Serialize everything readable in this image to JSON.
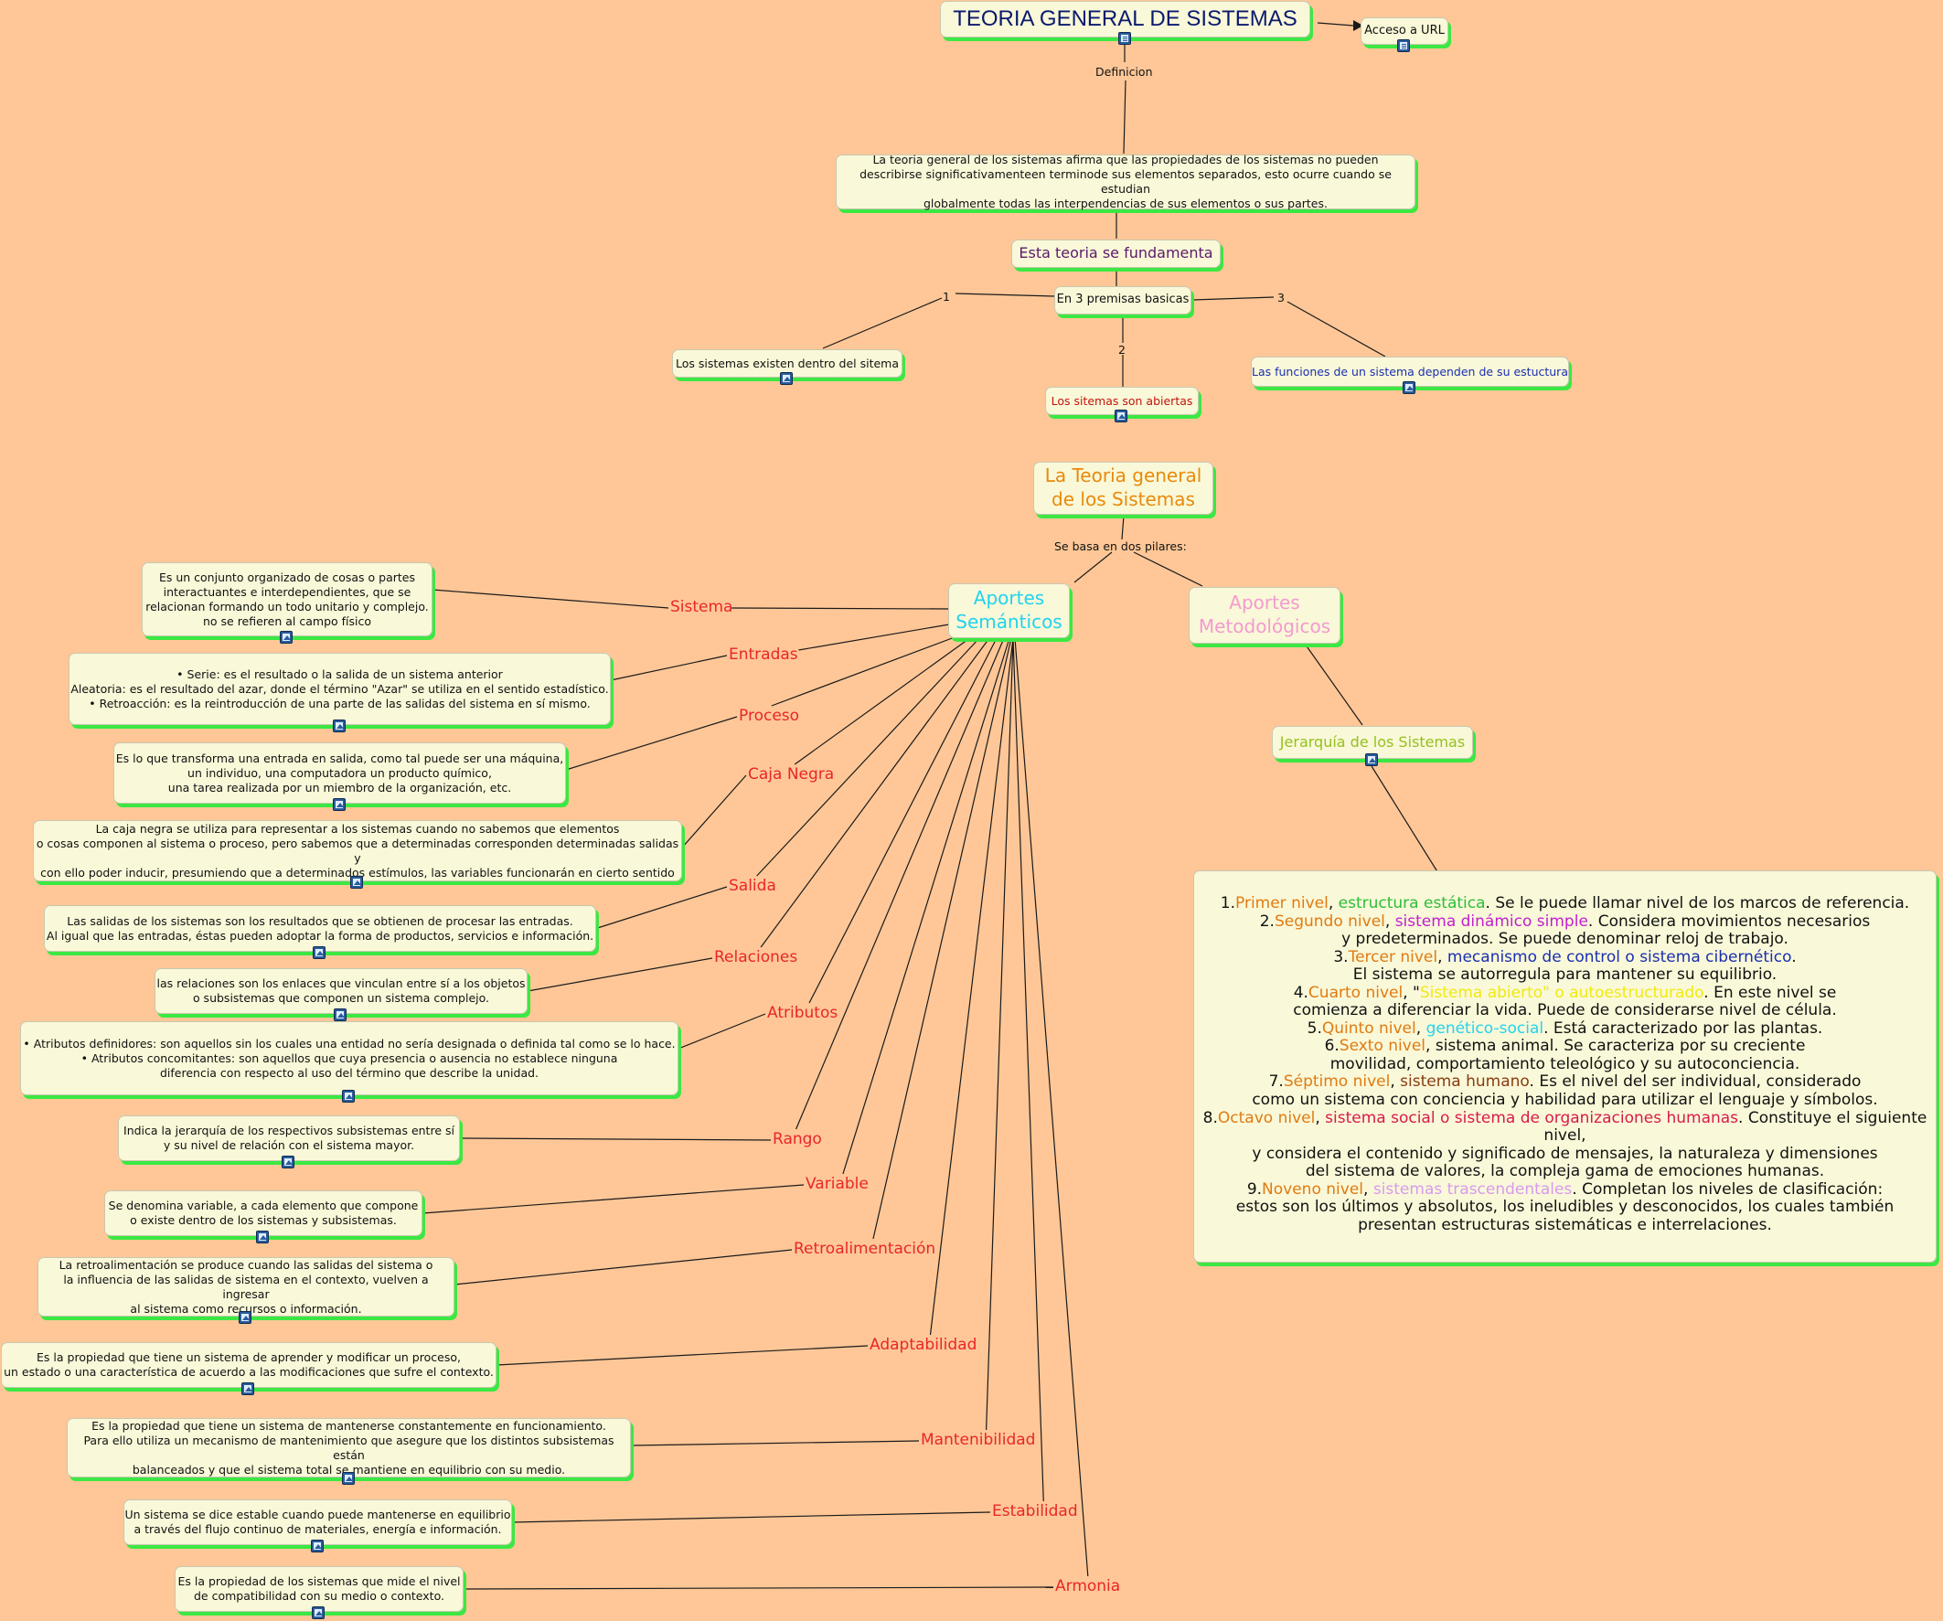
{
  "title": "TEORIA GENERAL DE SISTEMAS",
  "url_node": "Acceso a URL",
  "link_labels": {
    "definicion": "Definicion",
    "p1": "1",
    "p2": "2",
    "p3": "3",
    "pilares": "Se basa en dos pilares:"
  },
  "definition": "La teoria general de los sistemas afirma que las propiedades de los sistemas no pueden\ndescribirse significativamenteen terminode sus elementos separados, esto ocurre cuando se estudian\nglobalmente todas las interpendencias de sus  elementos o sus partes.",
  "fundamenta": "Esta teoria se fundamenta",
  "premisas": "En 3 premisas basicas",
  "premise_1": "Los sistemas existen dentro del sitema",
  "premise_2": "Los sitemas son abiertas",
  "premise_3": "Las funciones de un sistema dependen de su estuctura",
  "tgs": "La Teoria general\nde los Sistemas",
  "semanticos": "Aportes\nSemánticos",
  "metodologicos": "Aportes\nMetodológicos",
  "jerarquia": "Jerarquía de los Sistemas",
  "levels": [
    {
      "n": "1.",
      "name": "Primer nivel",
      "sep": ", ",
      "type": "estructura estática",
      "rest": ". Se le puede llamar nivel de los marcos de referencia."
    },
    {
      "n": "2.",
      "name": "Segundo nivel",
      "sep": ", ",
      "type": "sistema dinámico simple",
      "rest": ". Considera movimientos necesarios\ny predeterminados. Se puede denominar reloj de trabajo."
    },
    {
      "n": "3.",
      "name": "Tercer nivel",
      "sep": ", ",
      "type": "mecanismo de control o sistema cibernético",
      "rest": ".\nEl sistema se autorregula para mantener su equilibrio."
    },
    {
      "n": "4.",
      "name": "Cuarto nivel",
      "sep": ", \"",
      "type": "Sistema abierto\" o autoestructurado",
      "rest": ". En este nivel se\ncomienza a diferenciar la vida. Puede de considerarse nivel de célula."
    },
    {
      "n": "5.",
      "name": "Quinto nivel",
      "sep": ", ",
      "type": "genético-social",
      "rest": ". Está caracterizado por las plantas."
    },
    {
      "n": "6.",
      "name": "Sexto nivel",
      "sep": ", ",
      "type": "",
      "rest": "sistema animal. Se caracteriza por su creciente\nmovilidad, comportamiento teleológico y su autoconciencia."
    },
    {
      "n": "7.",
      "name": "Séptimo nivel",
      "sep": ", ",
      "type": "sistema humano",
      "rest": ". Es el nivel del ser individual, considerado\ncomo un sistema con conciencia y habilidad para utilizar el lenguaje y símbolos."
    },
    {
      "n": "8.",
      "name": "Octavo nivel",
      "sep": ", ",
      "type": "sistema social o sistema de organizaciones humanas",
      "rest": ". Constituye el siguiente nivel,\ny considera el contenido y significado de mensajes, la naturaleza y dimensiones\ndel sistema de valores,  la compleja gama de emociones humanas."
    },
    {
      "n": "9.",
      "name": "Noveno nivel",
      "sep": ", ",
      "type": "sistemas trascendentales",
      "rest": ". Completan los niveles de clasificación:\nestos son los últimos y absolutos, los ineludibles y desconocidos, los cuales también\npresentan estructuras sistemáticas e interrelaciones."
    }
  ],
  "concepts": [
    {
      "label": "Sistema",
      "desc": "Es un conjunto organizado de cosas o partes\ninteractuantes e interdependientes, que se\nrelacionan formando un todo unitario y complejo.\nno se refieren al campo físico"
    },
    {
      "label": "Entradas",
      "desc_items": [
        "Serie: es el resultado o la salida de un sistema anterior",
        "Aleatoria: es el resultado del azar, donde el término \"Azar\" se utiliza en el sentido estadístico.",
        "Retroacción: es la reintroducción de una parte de las salidas del sistema en sí mismo."
      ]
    },
    {
      "label": "Proceso",
      "desc": "Es lo que transforma una entrada en salida, como tal puede ser una máquina,\nun individuo, una computadora un producto químico,\nuna tarea realizada por un miembro de la organización, etc."
    },
    {
      "label": "Caja Negra",
      "desc": "La caja negra se utiliza para representar a los sistemas cuando no sabemos que elementos\no cosas componen al sistema o proceso, pero sabemos que a determinadas corresponden determinadas salidas y\ncon ello poder inducir, presumiendo que a determinados estímulos, las variables funcionarán en cierto sentido"
    },
    {
      "label": "Salida",
      "desc": "Las salidas de los sistemas son los resultados que se obtienen de procesar las entradas.\nAl igual que las entradas, éstas pueden adoptar la forma de productos, servicios e información."
    },
    {
      "label": "Relaciones",
      "desc": "las relaciones son los enlaces que vinculan entre sí a los objetos\no subsistemas que componen un sistema complejo."
    },
    {
      "label": "Atributos",
      "desc_items": [
        "Atributos definidores: son aquellos sin los cuales una entidad no sería designada o definida tal como se lo hace.",
        "Atributos concomitantes: son aquellos que cuya presencia o ausencia no establece ninguna\ndiferencia con respecto al uso del término que describe la unidad."
      ]
    },
    {
      "label": "Rango",
      "desc": "Indica la jerarquía de los respectivos subsistemas entre sí\ny su nivel de relación con el sistema mayor."
    },
    {
      "label": "Variable",
      "desc": "Se denomina variable, a cada elemento que compone\no existe dentro de los sistemas y subsistemas."
    },
    {
      "label": "Retroalimentación",
      "desc": "La retroalimentación se produce cuando las salidas del sistema o\nla influencia de las salidas de sistema en el contexto, vuelven a ingresar\nal sistema como recursos o información."
    },
    {
      "label": "Adaptabilidad",
      "desc": "Es la propiedad que tiene un sistema de aprender y modificar un proceso,\nun estado o una característica de acuerdo a las modificaciones que sufre el contexto."
    },
    {
      "label": "Mantenibilidad",
      "desc": "Es la propiedad que tiene un sistema de mantenerse constantemente en funcionamiento.\nPara ello utiliza un mecanismo de mantenimiento que asegure que los distintos subsistemas están\nbalanceados y que el sistema total se mantiene en equilibrio con su medio."
    },
    {
      "label": "Estabilidad",
      "desc": "Un sistema se dice estable cuando puede mantenerse en equilibrio\na través del flujo continuo de materiales, energía e información."
    },
    {
      "label": "Armonia",
      "desc": "Es la propiedad de los sistemas que mide el nivel\nde compatibilidad con su medio o contexto."
    }
  ],
  "colors": {
    "background": "#FFC797",
    "node_fill": "#F9F8D8",
    "node_shadow": "#3BE843",
    "title": "#0a1a6e",
    "concept_label": "#e8262b",
    "fundamenta": "#5b1a6b",
    "semanticos": "#22d3ee",
    "metodologicos": "#f39bcf",
    "tgs": "#e88a0c",
    "jerarquia": "#94c11f",
    "premise_2": "#c0140c",
    "premise_3": "#1a2fb0"
  }
}
